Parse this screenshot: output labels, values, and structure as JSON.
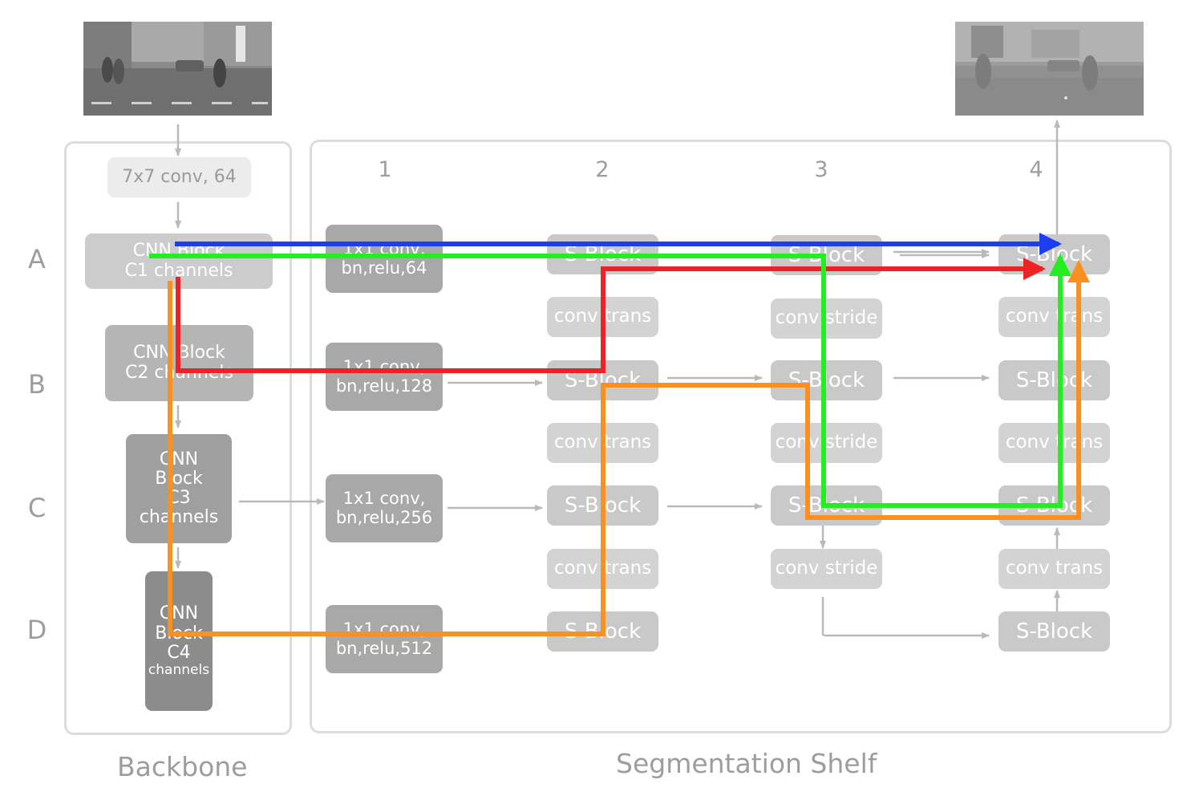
{
  "column_numbers": [
    "1",
    "2",
    "3",
    "4"
  ],
  "row_labels": [
    "A",
    "B",
    "C",
    "D"
  ],
  "panel_labels": {
    "backbone": "Backbone",
    "shelf": "Segmentation Shelf"
  },
  "backbone": {
    "stem": "7x7 conv, 64",
    "c1": [
      "CNN Block",
      "C1 channels"
    ],
    "c2": [
      "CNN Block",
      "C2 channels"
    ],
    "c3": [
      "CNN",
      "Block",
      "C3",
      "channels"
    ],
    "c4": [
      "CNN",
      "Block",
      "C4",
      "channels"
    ]
  },
  "projections": {
    "a": [
      "1x1 conv,",
      "bn,relu,64"
    ],
    "b": [
      "1x1 conv,",
      "bn,relu,128"
    ],
    "c": [
      "1x1 conv,",
      "bn,relu,256"
    ],
    "d": [
      "1x1 conv,",
      "bn,relu,512"
    ]
  },
  "sblock_label": "S-Block",
  "conv_trans_label": "conv trans",
  "conv_stride_label": "conv stride",
  "path_colors": {
    "blue": "#1a3ef0",
    "green": "#22ee22",
    "red": "#ee2222",
    "orange": "#fa9022",
    "connector": "#b9b9b9"
  },
  "images": {
    "input": "street-scene-photo",
    "output": "segmentation-map"
  }
}
